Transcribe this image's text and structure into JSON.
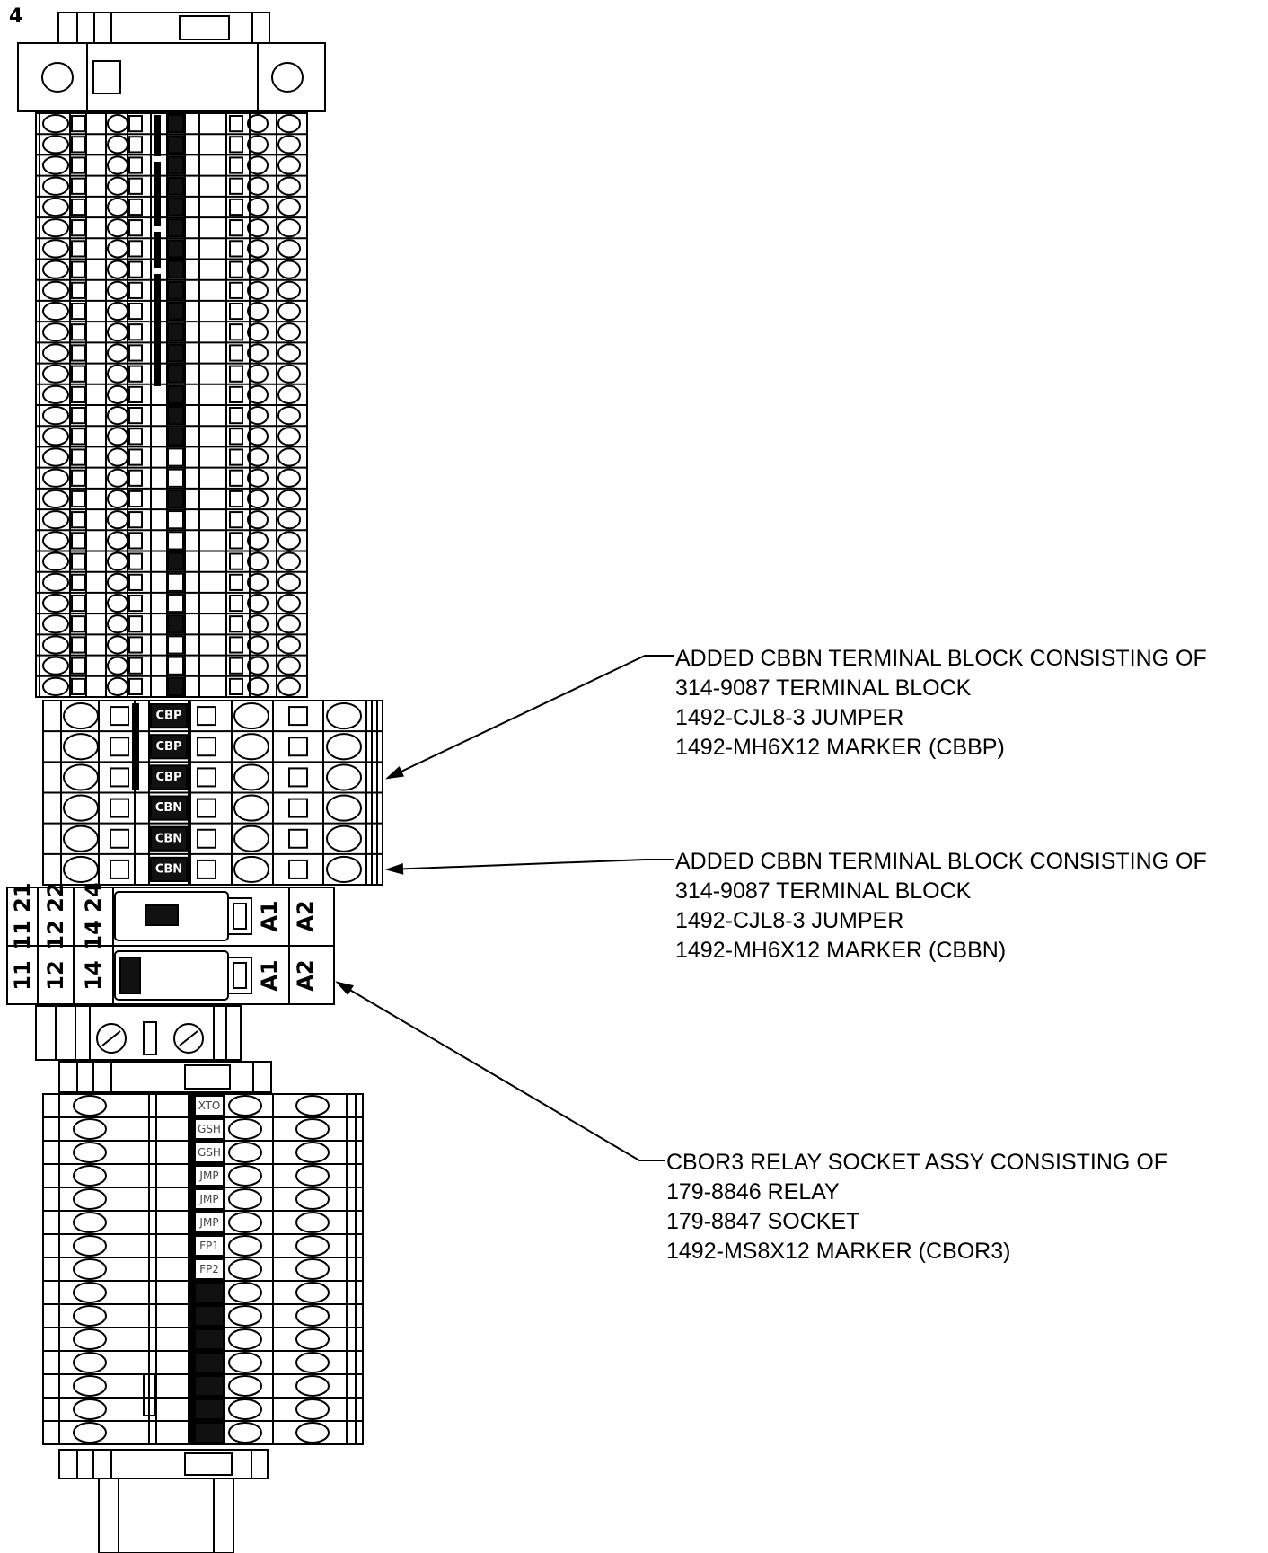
{
  "figure_number": "4",
  "callouts": [
    {
      "lines": [
        "ADDED CBBN TERMINAL BLOCK CONSISTING OF",
        "314-9087 TERMINAL BLOCK",
        "1492-CJL8-3 JUMPER",
        "1492-MH6X12 MARKER (CBBP)"
      ]
    },
    {
      "lines": [
        "ADDED CBBN TERMINAL BLOCK CONSISTING OF",
        "314-9087 TERMINAL BLOCK",
        "1492-CJL8-3 JUMPER",
        "1492-MH6X12 MARKER (CBBN)"
      ]
    },
    {
      "lines": [
        "CBOR3 RELAY SOCKET ASSY CONSISTING OF",
        "179-8846 RELAY",
        "179-8847 SOCKET",
        "1492-MS8X12 MARKER (CBOR3)"
      ]
    }
  ],
  "relay_labels": {
    "row1": [
      "11 21",
      "12 22",
      "14 24",
      "A1",
      "A2"
    ],
    "row2": [
      "11",
      "12",
      "14",
      "A1",
      "A2"
    ]
  },
  "added_block_markers": [
    "CBP",
    "CBP",
    "CBP",
    "CBN",
    "CBN",
    "CBN"
  ],
  "lower_block_markers": [
    "XTO",
    "GSH",
    "GSH",
    "JMP",
    "JMP",
    "JMP",
    "FP1",
    "FP2"
  ]
}
